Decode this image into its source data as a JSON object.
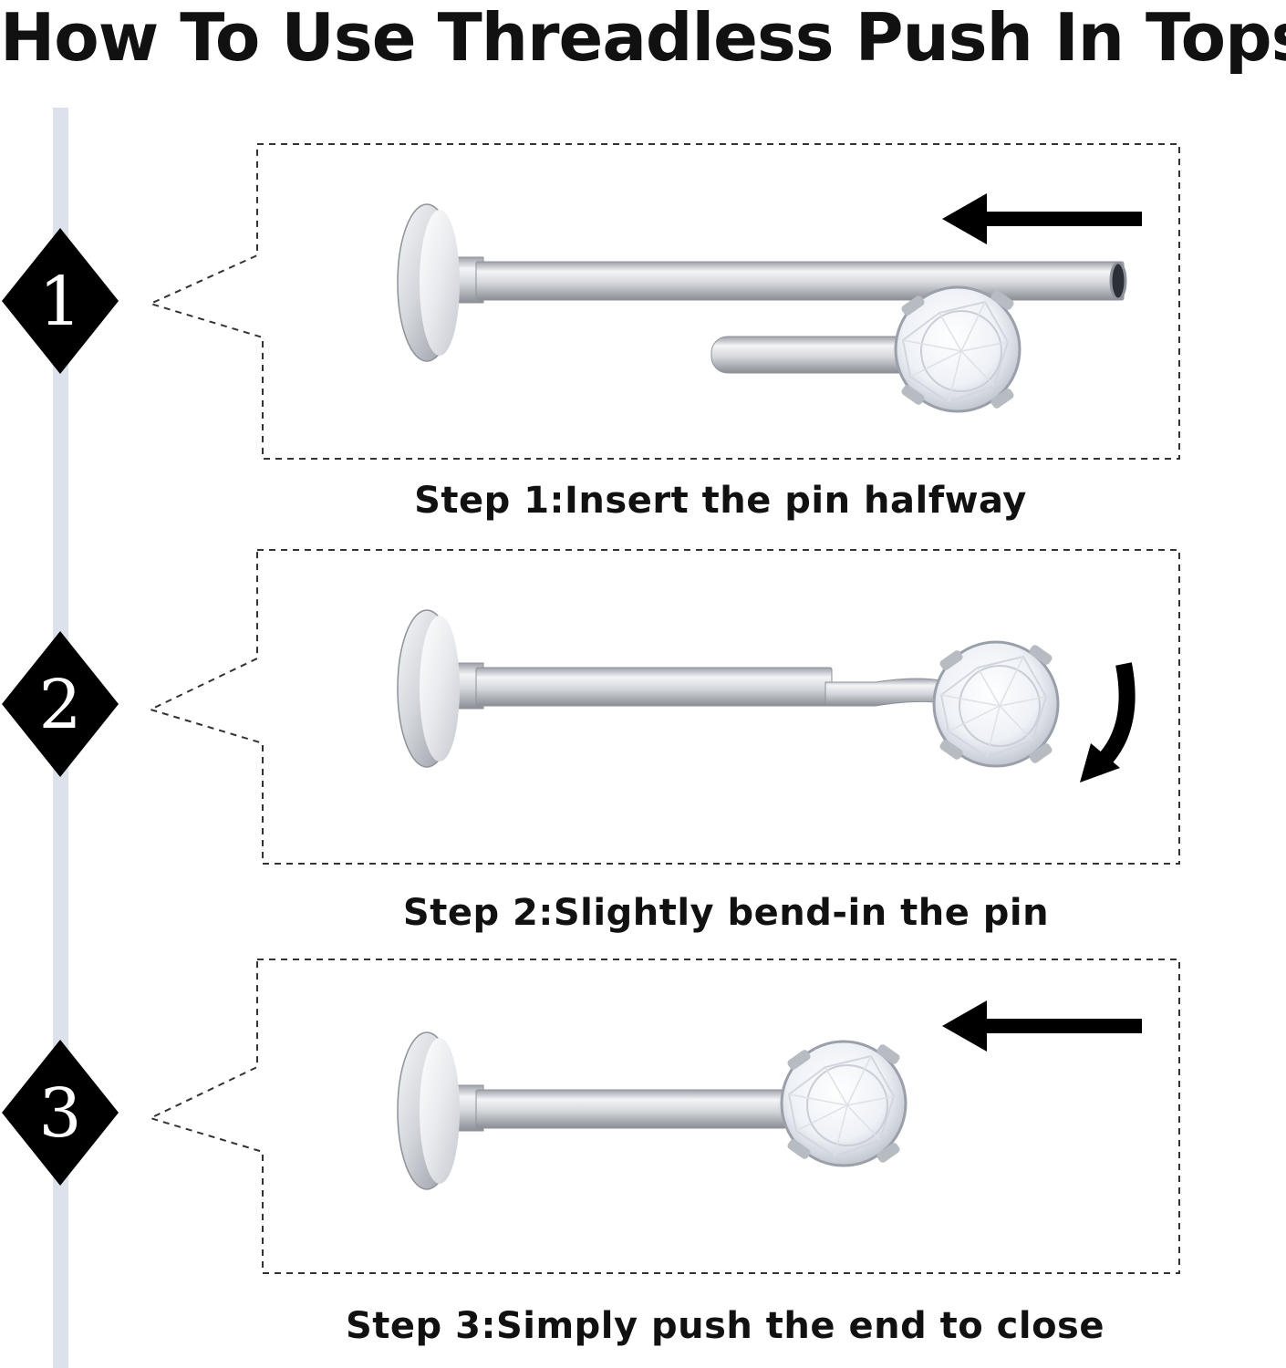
{
  "title": "How To Use Threadless Push In Tops",
  "steps": [
    {
      "number": "1",
      "caption": "Step 1:Insert the pin halfway",
      "action_icon": "arrow-left-icon"
    },
    {
      "number": "2",
      "caption": "Step 2:Slightly bend-in the pin",
      "action_icon": "curved-arrow-down-icon"
    },
    {
      "number": "3",
      "caption": "Step 3:Simply push the end to close",
      "action_icon": "arrow-left-icon"
    }
  ],
  "colors": {
    "timeline": "#dde1ec",
    "marker": "#000000",
    "dash": "#333333",
    "metal": "#c9ccd1",
    "gem": "#f4f7fb"
  }
}
